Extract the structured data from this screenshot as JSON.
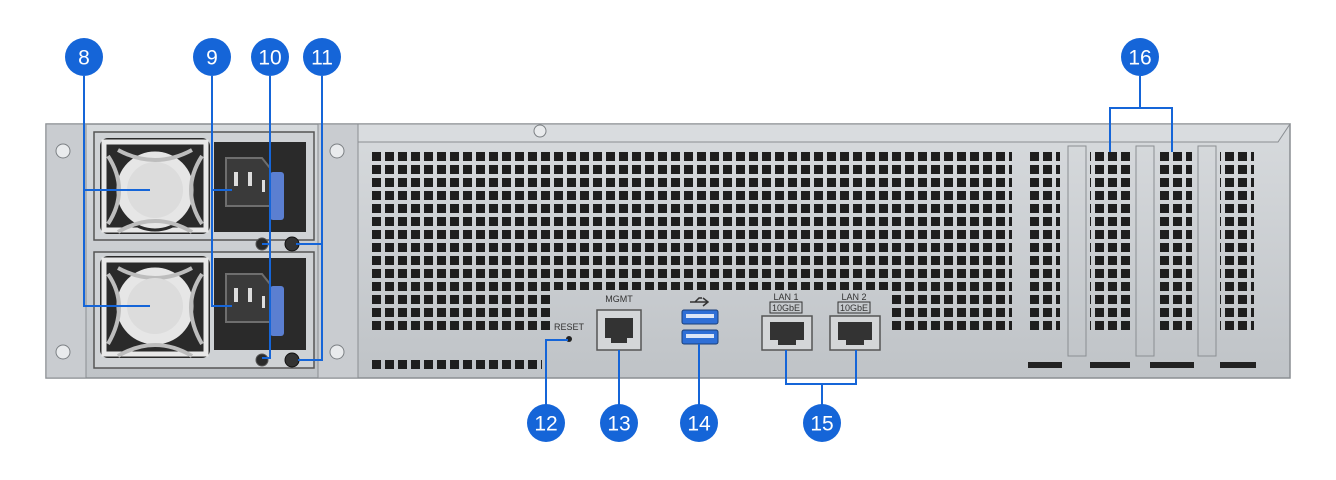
{
  "colors": {
    "callout": "#1565d8",
    "chassis": "#c9cccf",
    "panel": "#c2c6ca",
    "vent": "#1e1e1e",
    "usb_blue": "#2f6fd6"
  },
  "callouts": [
    {
      "id": "8",
      "label": "8"
    },
    {
      "id": "9",
      "label": "9"
    },
    {
      "id": "10",
      "label": "10"
    },
    {
      "id": "11",
      "label": "11"
    },
    {
      "id": "12",
      "label": "12"
    },
    {
      "id": "13",
      "label": "13"
    },
    {
      "id": "14",
      "label": "14"
    },
    {
      "id": "15",
      "label": "15"
    },
    {
      "id": "16",
      "label": "16"
    }
  ],
  "ports": {
    "reset": "RESET",
    "mgmt": "MGMT",
    "lan1": "LAN 1",
    "lan1_speed": "10GbE",
    "lan2": "LAN 2",
    "lan2_speed": "10GbE"
  },
  "icons": {
    "usb": "usb-icon",
    "fan": "fan-icon",
    "power": "power-inlet-icon",
    "screw": "screw-icon"
  }
}
